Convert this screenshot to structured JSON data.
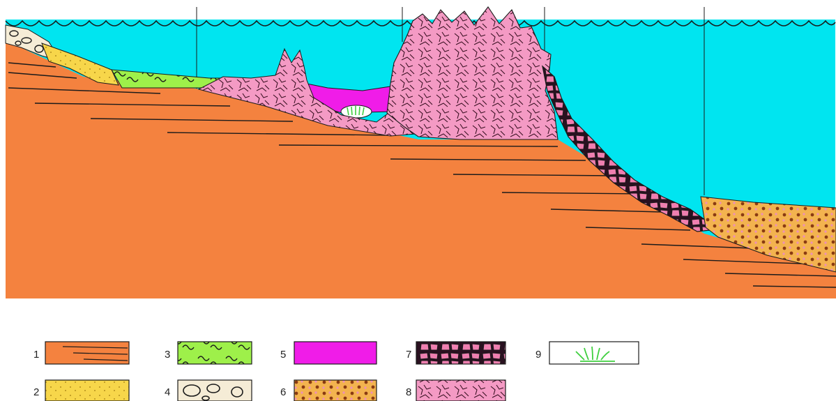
{
  "colors": {
    "water": "#00e5f0",
    "bedrock": "#f4823f",
    "sand": "#f7d64a",
    "stromatolite": "#9ef04a",
    "conglomerate": "#f5ecd6",
    "lagoon_mud": "#f01ce8",
    "reef_talus_mix": "#f3b34f",
    "reef_blocks": "#ef7fb0",
    "reef_framework": "#f49ac4",
    "algae": "#3fcf3f",
    "line": "#1a1a1a"
  },
  "legend": {
    "items": [
      {
        "number": "1",
        "pattern": "bedrock-strata"
      },
      {
        "number": "2",
        "pattern": "sand-dotted"
      },
      {
        "number": "3",
        "pattern": "stromatolite-wavy"
      },
      {
        "number": "4",
        "pattern": "conglomerate-pebbles"
      },
      {
        "number": "5",
        "pattern": "lagoon-mud"
      },
      {
        "number": "6",
        "pattern": "reef-talus-dotted"
      },
      {
        "number": "7",
        "pattern": "reef-blocks"
      },
      {
        "number": "8",
        "pattern": "reef-framework"
      },
      {
        "number": "9",
        "pattern": "algae-tuft"
      }
    ]
  }
}
